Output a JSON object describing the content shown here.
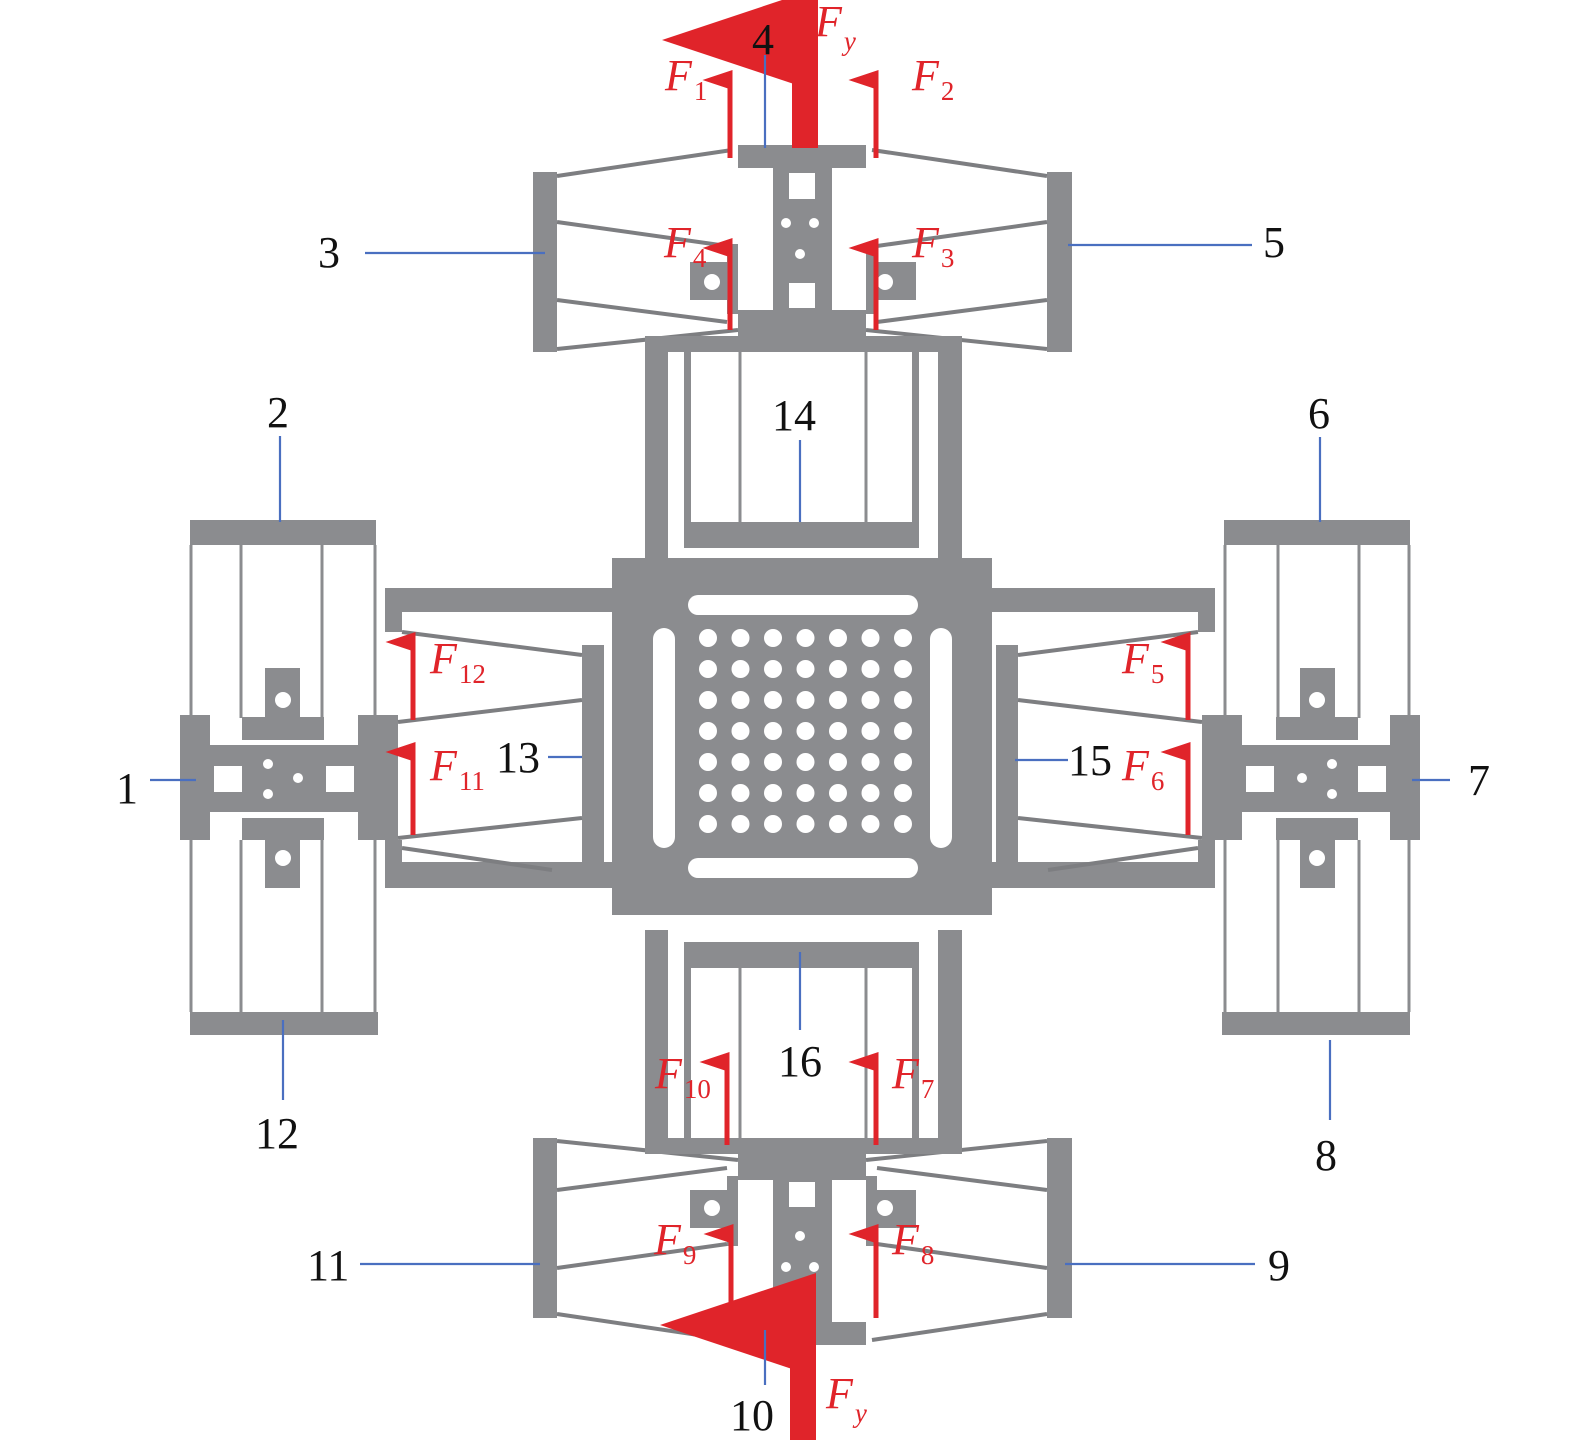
{
  "figure": {
    "part_labels": {
      "p1": "1",
      "p2": "2",
      "p3": "3",
      "p4": "4",
      "p5": "5",
      "p6": "6",
      "p7": "7",
      "p8": "8",
      "p9": "9",
      "p10": "10",
      "p11": "11",
      "p12": "12",
      "p13": "13",
      "p14": "14",
      "p15": "15",
      "p16": "16"
    },
    "forces": {
      "F": "F",
      "fy_sub": "y",
      "f1": "1",
      "f2": "2",
      "f3": "3",
      "f4": "4",
      "f5": "5",
      "f6": "6",
      "f7": "7",
      "f8": "8",
      "f9": "9",
      "f10": "10",
      "f11": "11",
      "f12": "12"
    },
    "colors": {
      "structure": "#8b8c8f",
      "force": "#e0242a",
      "leader": "#4a6fc0"
    }
  }
}
